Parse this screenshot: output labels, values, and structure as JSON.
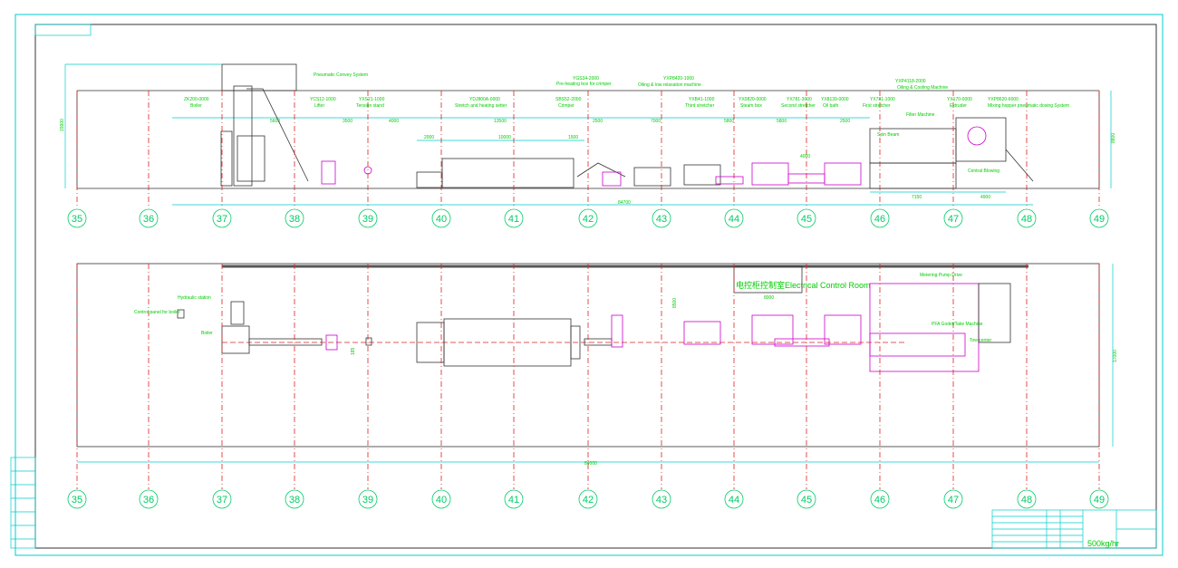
{
  "axes": [
    "35",
    "36",
    "37",
    "38",
    "39",
    "40",
    "41",
    "42",
    "43",
    "44",
    "45",
    "46",
    "47",
    "48",
    "49"
  ],
  "elevation": {
    "labels": [
      {
        "code": "ZK200-0000",
        "name": "Boiler"
      },
      {
        "code": "",
        "name": "Pneumatic Convey System"
      },
      {
        "code": "YCS12-1000",
        "name": "Lifter"
      },
      {
        "code": "YXS21-1000",
        "name": "Tension stand"
      },
      {
        "code": "YDJ800A-0000",
        "name": "Stretch and heating setter"
      },
      {
        "code": "SBS52-2000",
        "name": "Crimper"
      },
      {
        "code": "YGS34-2000",
        "name": "Pre-heating box for crimper"
      },
      {
        "code": "YXP8420-1000",
        "name": "Oiling & low relaxation machine"
      },
      {
        "code": "YXB41-1000",
        "name": "Third stretcher"
      },
      {
        "code": "YX0820-0000",
        "name": "Steam box"
      },
      {
        "code": "YX781-3000",
        "name": "Second stretcher"
      },
      {
        "code": "YX8139-0000",
        "name": "Oil bath"
      },
      {
        "code": "YX781-1000",
        "name": "First stretcher"
      },
      {
        "code": "YXP4118-2000",
        "name": "Oiling & Cooling Machine"
      },
      {
        "code": "",
        "name": "Filter Machine"
      },
      {
        "code": "YX170-0000",
        "name": "Extruder"
      },
      {
        "code": "YXP8620-6000",
        "name": "Mixing hopper pneumatic dosing System"
      },
      {
        "code": "",
        "name": "Spin Beam"
      },
      {
        "code": "",
        "name": "Central Blowing"
      }
    ],
    "dims": [
      "3500",
      "4000",
      "13500",
      "2000",
      "10000",
      "1500",
      "2500",
      "7000",
      "5800",
      "5800",
      "2500",
      "4000",
      "7150",
      "4900",
      "84700",
      "15900",
      "8800",
      "5600"
    ]
  },
  "plan": {
    "control_panel": "Control panel for boiler",
    "hydraulic": "Hydraulic station",
    "boiler": "Boiler",
    "room": "电控柜控制室Electrical Control Room",
    "metering": "Metering Pump Drive",
    "godet": "PFA Godet/Take Machine",
    "tow": "Tow center",
    "dims": [
      "8000",
      "8500",
      "84000",
      "17000",
      "185"
    ]
  },
  "title_block": {
    "capacity": "500kg/hr"
  }
}
